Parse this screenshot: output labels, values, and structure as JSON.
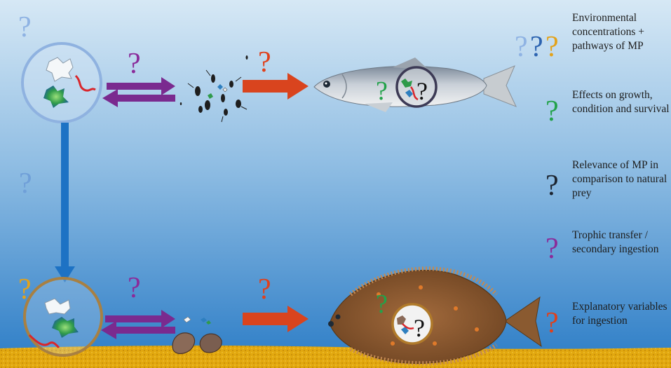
{
  "colors": {
    "water_top": "#cfe3f3",
    "water_bottom": "#2f80c8",
    "sand": "#e3a70e",
    "q_blue": "#7aa9df",
    "q_orange": "#e3a21a",
    "q_green": "#22a24a",
    "q_black": "#1c2430",
    "q_purple": "#8a2b9a",
    "q_red": "#e0401b",
    "arrow_purple": "#7a2a8f",
    "arrow_red": "#d9441e",
    "arrow_blue": "#1d72c4",
    "circle_pelagic": "#8fb2e0",
    "circle_benthic": "#a88042"
  },
  "legend": [
    {
      "icon": "three-question-marks-icon",
      "text": "Environmental concentrations + pathways of MP"
    },
    {
      "icon": "green-question-mark-icon",
      "text": "Effects on growth, condition and survival"
    },
    {
      "icon": "black-question-mark-icon",
      "text": "Relevance of MP in comparison to natural prey"
    },
    {
      "icon": "purple-question-mark-icon",
      "text": "Trophic transfer / secondary ingestion"
    },
    {
      "icon": "red-question-mark-icon",
      "text": "Explanatory variables for ingestion"
    }
  ],
  "question_glyph": "?"
}
